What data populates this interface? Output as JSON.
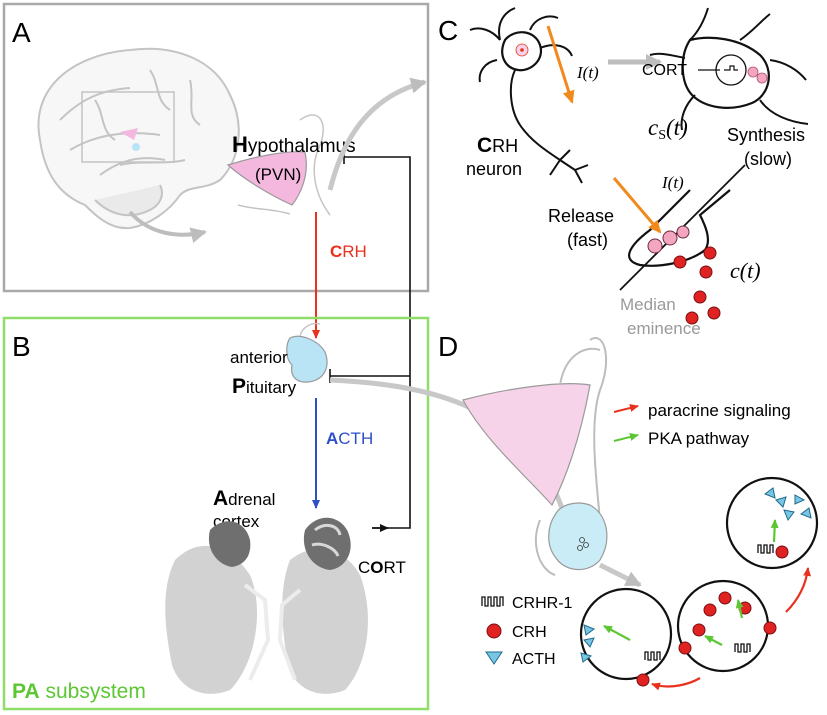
{
  "panels": {
    "a": "A",
    "b": "B",
    "c": "C",
    "d": "D"
  },
  "hypothalamus": {
    "initial": "H",
    "rest": "ypothalamus",
    "pvn": "(PVN)"
  },
  "crh_arrow": {
    "initial": "C",
    "rest": "RH"
  },
  "pituitary": {
    "line1": "anterior",
    "initial": "P",
    "rest": "ituitary"
  },
  "acth_arrow": {
    "initial": "A",
    "rest": "CTH"
  },
  "adrenal": {
    "initial": "A",
    "rest": "drenal",
    "line2": "cortex"
  },
  "cort": {
    "pre": "C",
    "initial": "O",
    "rest": "RT"
  },
  "subsystem": {
    "initials": "PA",
    "rest": " subsystem"
  },
  "panel_c": {
    "neuron_initial": "C",
    "neuron_rest": "RH",
    "neuron_line2": "neuron",
    "current": "I(t)",
    "cort_label": "CORT",
    "cs": "c",
    "cs_sub": "S",
    "cs_arg": "(t)",
    "synthesis": "Synthesis",
    "synthesis_speed": "(slow)",
    "release": "Release",
    "release_speed": "(fast)",
    "current2": "I(t)",
    "conc": "c(t)",
    "median1": "Median",
    "median2": "eminence"
  },
  "panel_d": {
    "legend_paracrine": "paracrine signaling",
    "legend_pka": "PKA pathway",
    "key_receptor": "CRHR-1",
    "key_crh": "CRH",
    "key_acth": "ACTH"
  },
  "colors": {
    "red": "#e8321e",
    "blue": "#2e4fc9",
    "green": "#5dc733",
    "orange": "#f08a1c",
    "gray_box": "#a9a9a9",
    "pink": "#f4b8df",
    "cyan": "#b8e4f5",
    "crh_dot": "#e02222",
    "acth_tri": "#79c6e4",
    "brain_gray": "#c4c4c4"
  }
}
